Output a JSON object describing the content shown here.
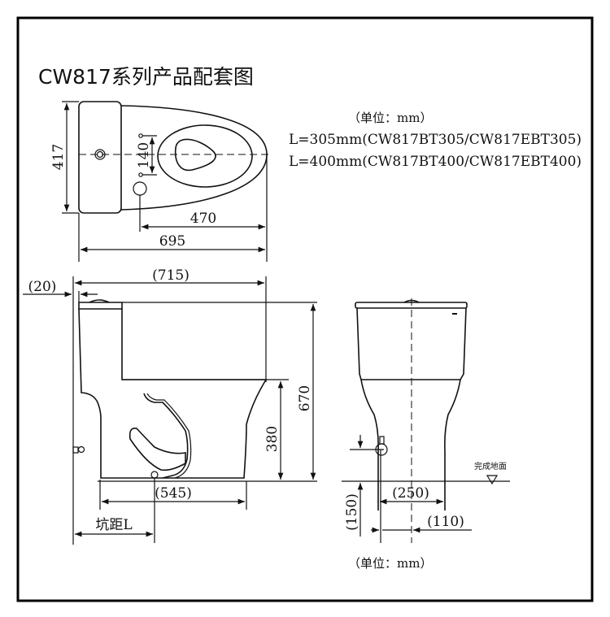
{
  "title": "CW817系列产品配套图",
  "unit_note": "（单位：mm）",
  "variants": [
    "L=305mm(CW817BT305/CW817EBT305)",
    "L=400mm(CW817BT400/CW817EBT400)"
  ],
  "top_view": {
    "depth": "417",
    "inlet_spacing": "140",
    "to_front": "470",
    "length": "695"
  },
  "side_view": {
    "wall_gap": "(20)",
    "overall": "(715)",
    "seat_height": "380",
    "height": "670",
    "base": "(545)",
    "rough_in": "坑距L"
  },
  "front_view": {
    "floor_label": "完成地面",
    "inlet_height": "(150)",
    "base_width": "(250)",
    "inlet_offset": "(110)"
  },
  "bottom_unit_note": "（单位：mm）"
}
